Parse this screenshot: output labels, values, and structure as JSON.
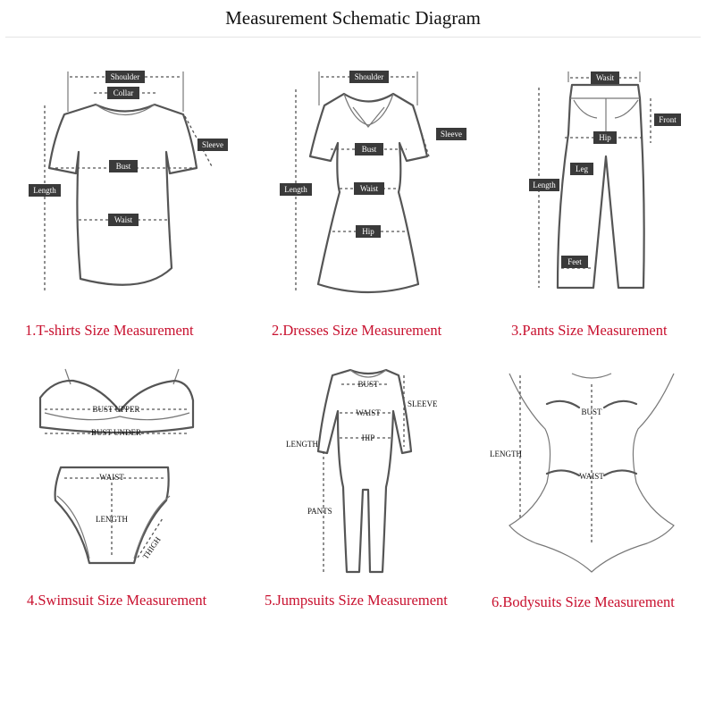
{
  "title": "Measurement Schematic Diagram",
  "captions": [
    "1.T-shirts Size Measurement",
    "2.Dresses Size Measurement",
    "3.Pants Size Measurement",
    "4.Swimsuit Size Measurement",
    "5.Jumpsuits Size Measurement",
    "6.Bodysuits Size Measurement"
  ],
  "tshirt": {
    "shoulder": "Shoulder",
    "collar": "Collar",
    "sleeve": "Sleeve",
    "bust": "Bust",
    "length": "Length",
    "waist": "Waist"
  },
  "dress": {
    "shoulder": "Shoulder",
    "sleeve": "Sleeve",
    "bust": "Bust",
    "length": "Length",
    "waist": "Waist",
    "hip": "Hip"
  },
  "pants": {
    "waist": "Wasit",
    "front": "Front",
    "hip": "Hip",
    "leg": "Leg",
    "length": "Length",
    "feet": "Feet"
  },
  "swimsuit": {
    "bust_upper": "BUST UPPER",
    "bust_under": "BUST UNDER",
    "waist": "WAIST",
    "length": "LENGTH",
    "thigh": "THIGH"
  },
  "jumpsuit": {
    "bust": "BUST",
    "waist": "WAIST",
    "hip": "HIP",
    "sleeve": "SLEEVE",
    "length": "LENGTH",
    "pants": "PANTS"
  },
  "bodysuit": {
    "bust": "BUST",
    "waist": "WAIST",
    "length": "LENGTH"
  },
  "colors": {
    "caption": "#c8102e",
    "label_bg": "#3a3a3a",
    "outline": "#555555"
  }
}
